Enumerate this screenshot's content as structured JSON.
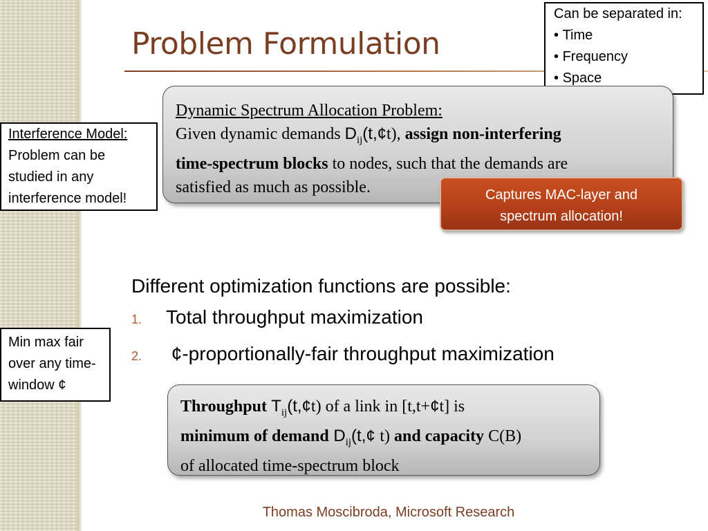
{
  "title": "Problem Formulation",
  "separated_note": {
    "heading": "Can be separated in:",
    "items": [
      "Time",
      "Frequency",
      "Space"
    ]
  },
  "interference_note": {
    "heading": "Interference Model:",
    "lines": [
      "Problem can be",
      "studied in any",
      "interference model!"
    ]
  },
  "minmax_note": {
    "lines": [
      "Min max fair",
      "over any time-",
      "window ¢"
    ]
  },
  "dsa_box": {
    "heading": "Dynamic Spectrum Allocation Problem:",
    "t1": "Given dynamic demands ",
    "d": "D",
    "sub": "ij",
    "args": "(t,¢",
    "t2": "t), ",
    "bold1": "assign non-interfering",
    "bold2": "time-spectrum blocks",
    "t3": " to nodes, such that the demands are",
    "t4": "satisfied as much as possible."
  },
  "mac_callout": {
    "line1": "Captures MAC-layer and",
    "line2": "spectrum allocation!"
  },
  "body": {
    "lead": "Different optimization functions are possible:",
    "items": [
      {
        "num": "1.",
        "text": "Total throughput maximization"
      },
      {
        "num": "2.",
        "text": " ¢-proportionally-fair throughput maximization"
      }
    ]
  },
  "throughput_box": {
    "b1": "Throughput",
    "T": " T",
    "sub1": "ij",
    "args1": "(t,¢",
    "a1": "t) of a link in [t,t+",
    "cent": "¢",
    "a2": "t] is",
    "b2": "minimum of demand",
    "D": " D",
    "sub2": "ij",
    "args2": "(t,¢ ",
    "a3": "t) ",
    "b3": "and capacity",
    "a4": " C(B)",
    "a5": "of allocated time-spectrum block"
  },
  "footer": "Thomas Moscibroda, Microsoft Research",
  "colors": {
    "title": "#7a3e22",
    "mac_callout": "#b5411a",
    "list_number": "#b5572b"
  }
}
